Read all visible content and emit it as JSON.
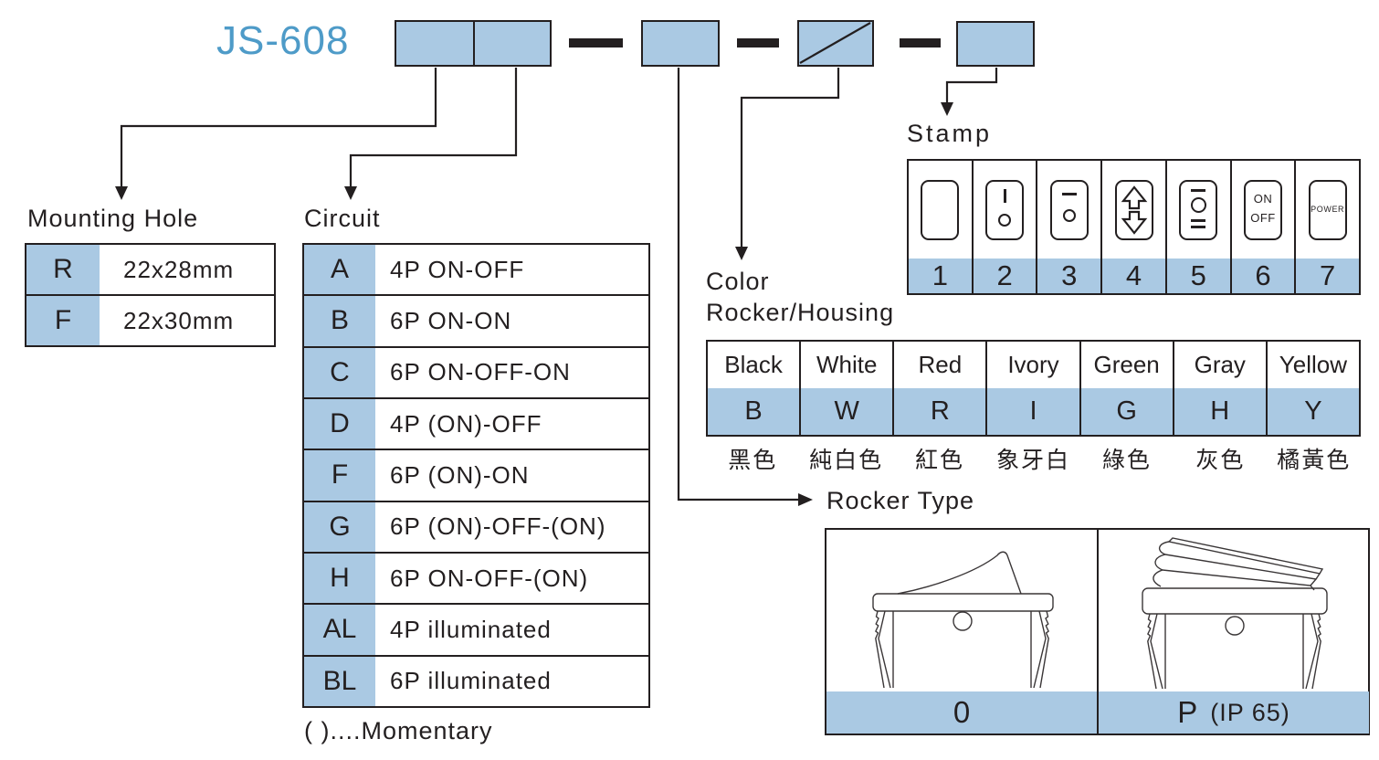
{
  "product": {
    "model": "JS-608"
  },
  "mounting_hole": {
    "title": "Mounting Hole",
    "rows": [
      {
        "code": "R",
        "value": "22x28mm"
      },
      {
        "code": "F",
        "value": "22x30mm"
      }
    ]
  },
  "circuit": {
    "title": "Circuit",
    "rows": [
      {
        "code": "A",
        "value": "4P ON-OFF"
      },
      {
        "code": "B",
        "value": "6P ON-ON"
      },
      {
        "code": "C",
        "value": "6P ON-OFF-ON"
      },
      {
        "code": "D",
        "value": "4P (ON)-OFF"
      },
      {
        "code": "F",
        "value": "6P (ON)-ON"
      },
      {
        "code": "G",
        "value": "6P (ON)-OFF-(ON)"
      },
      {
        "code": "H",
        "value": "6P ON-OFF-(ON)"
      },
      {
        "code": "AL",
        "value": "4P illuminated"
      },
      {
        "code": "BL",
        "value": "6P illuminated"
      }
    ],
    "note": "( )....Momentary"
  },
  "stamp": {
    "title": "Stamp",
    "cells": [
      {
        "number": "1",
        "icon": "blank-rocker"
      },
      {
        "number": "2",
        "icon": "bar-circle"
      },
      {
        "number": "3",
        "icon": "dash-circle"
      },
      {
        "number": "4",
        "icon": "up-down-arrows"
      },
      {
        "number": "5",
        "icon": "line-circle-lines"
      },
      {
        "number": "6",
        "icon": "on-off-text",
        "label_top": "ON",
        "label_bottom": "OFF"
      },
      {
        "number": "7",
        "icon": "power-text",
        "label": "POWER"
      }
    ]
  },
  "color": {
    "title_line1": "Color",
    "title_line2": "Rocker/Housing",
    "columns": [
      {
        "name": "Black",
        "code": "B",
        "zh": "黑色"
      },
      {
        "name": "White",
        "code": "W",
        "zh": "純白色"
      },
      {
        "name": "Red",
        "code": "R",
        "zh": "紅色"
      },
      {
        "name": "Ivory",
        "code": "I",
        "zh": "象牙白"
      },
      {
        "name": "Green",
        "code": "G",
        "zh": "綠色"
      },
      {
        "name": "Gray",
        "code": "H",
        "zh": "灰色"
      },
      {
        "name": "Yellow",
        "code": "Y",
        "zh": "橘黃色"
      }
    ]
  },
  "rocker_type": {
    "title": "Rocker Type",
    "cells": [
      {
        "code": "0",
        "suffix": ""
      },
      {
        "code": "P",
        "suffix": "(IP 65)"
      }
    ]
  },
  "colors": {
    "fill_blue": "#aac9e3",
    "title_blue": "#4e9bc8",
    "line": "#231f20"
  }
}
